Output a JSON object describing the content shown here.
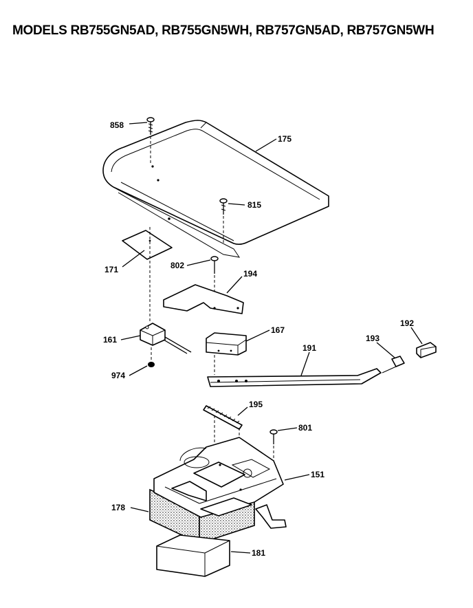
{
  "title": "MODELS RB755GN5AD, RB755GN5WH, RB757GN5AD, RB757GN5WH",
  "callouts": {
    "c858": "858",
    "c175": "175",
    "c815": "815",
    "c171": "171",
    "c802": "802",
    "c194": "194",
    "c161": "161",
    "c167": "167",
    "c192": "192",
    "c193": "193",
    "c191": "191",
    "c974": "974",
    "c195": "195",
    "c801": "801",
    "c151": "151",
    "c178": "178",
    "c181": "181"
  }
}
